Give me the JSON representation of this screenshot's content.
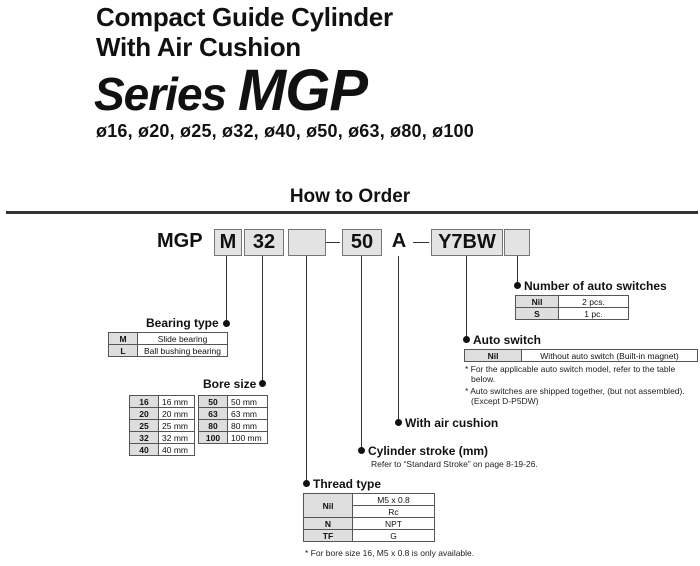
{
  "title": {
    "line1": "Compact Guide Cylinder",
    "line2": "With Air Cushion",
    "series_prefix": "Series ",
    "series_name": "MGP",
    "sizes": "ø16, ø20, ø25, ø32, ø40, ø50, ø63, ø80, ø100"
  },
  "how_to_order": "How to Order",
  "code": {
    "prefix": "MGP",
    "bearing": "M",
    "bore": "32",
    "stroke": "50",
    "cushion": "A",
    "switch": "Y7BW"
  },
  "bearing_type": {
    "label": "Bearing type",
    "rows": [
      {
        "key": "M",
        "value": "Slide bearing"
      },
      {
        "key": "L",
        "value": "Ball bushing bearing"
      }
    ]
  },
  "bore_size": {
    "label": "Bore size",
    "left": [
      {
        "key": "16",
        "value": "16 mm"
      },
      {
        "key": "20",
        "value": "20 mm"
      },
      {
        "key": "25",
        "value": "25 mm"
      },
      {
        "key": "32",
        "value": "32 mm"
      },
      {
        "key": "40",
        "value": "40 mm"
      }
    ],
    "right": [
      {
        "key": "50",
        "value": "50 mm"
      },
      {
        "key": "63",
        "value": "63 mm"
      },
      {
        "key": "80",
        "value": "80 mm"
      },
      {
        "key": "100",
        "value": "100 mm"
      }
    ]
  },
  "thread_type": {
    "label": "Thread type",
    "nil_key": "Nil",
    "nil_v1": "M5 x 0.8",
    "nil_v2": "Rc",
    "n_key": "N",
    "n_value": "NPT",
    "tf_key": "TF",
    "tf_value": "G",
    "note": "* For bore size 16, M5 x 0.8 is only available."
  },
  "cylinder_stroke": {
    "label": "Cylinder stroke (mm)",
    "note": "Refer to “Standard Stroke” on page 8-19-26."
  },
  "air_cushion": {
    "label": "With air cushion"
  },
  "auto_switch": {
    "label": "Auto switch",
    "nil_key": "Nil",
    "nil_value": "Without auto switch (Built-in magnet)",
    "note1a": "* For the applicable auto switch model, refer to the table",
    "note1b": "below.",
    "note2a": "* Auto switches are shipped together, (but not assembled).",
    "note2b": "(Except D-P5DW)"
  },
  "num_switches": {
    "label": "Number of auto switches",
    "rows": [
      {
        "key": "Nil",
        "value": "2 pcs."
      },
      {
        "key": "S",
        "value": "1 pc."
      }
    ]
  }
}
